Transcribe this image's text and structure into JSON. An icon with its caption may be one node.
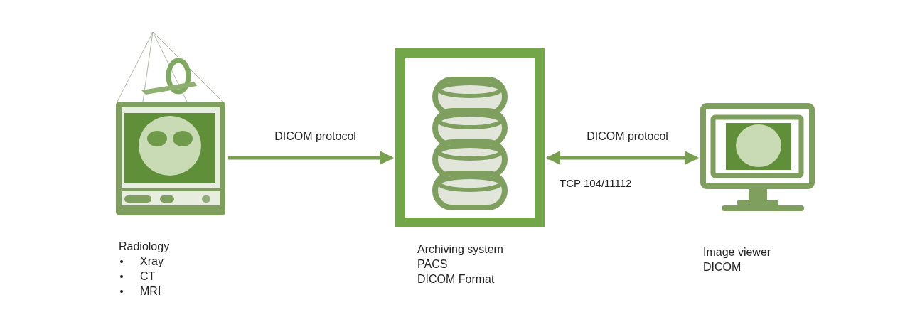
{
  "diagram": {
    "nodes": [
      {
        "text": [],
        "shape": "picture",
        "beside": [
          "Radiology",
          "Xray",
          "CT",
          "MRI"
        ]
      },
      {
        "text": [],
        "shape": "picture",
        "beside": [
          "Archiving system",
          "PACS",
          "DICOM Format"
        ]
      },
      {
        "text": [],
        "shape": "picture",
        "beside": [
          "Image viewer",
          "DICOM"
        ]
      }
    ],
    "edges": [
      {
        "from": 0,
        "to": 1,
        "arrow": "to",
        "label": "DICOM protocol"
      },
      {
        "from": 1,
        "to": 2,
        "arrow": "both",
        "label": "DICOM protocol"
      }
    ],
    "labels": [
      "TCP 104/11112"
    ]
  }
}
